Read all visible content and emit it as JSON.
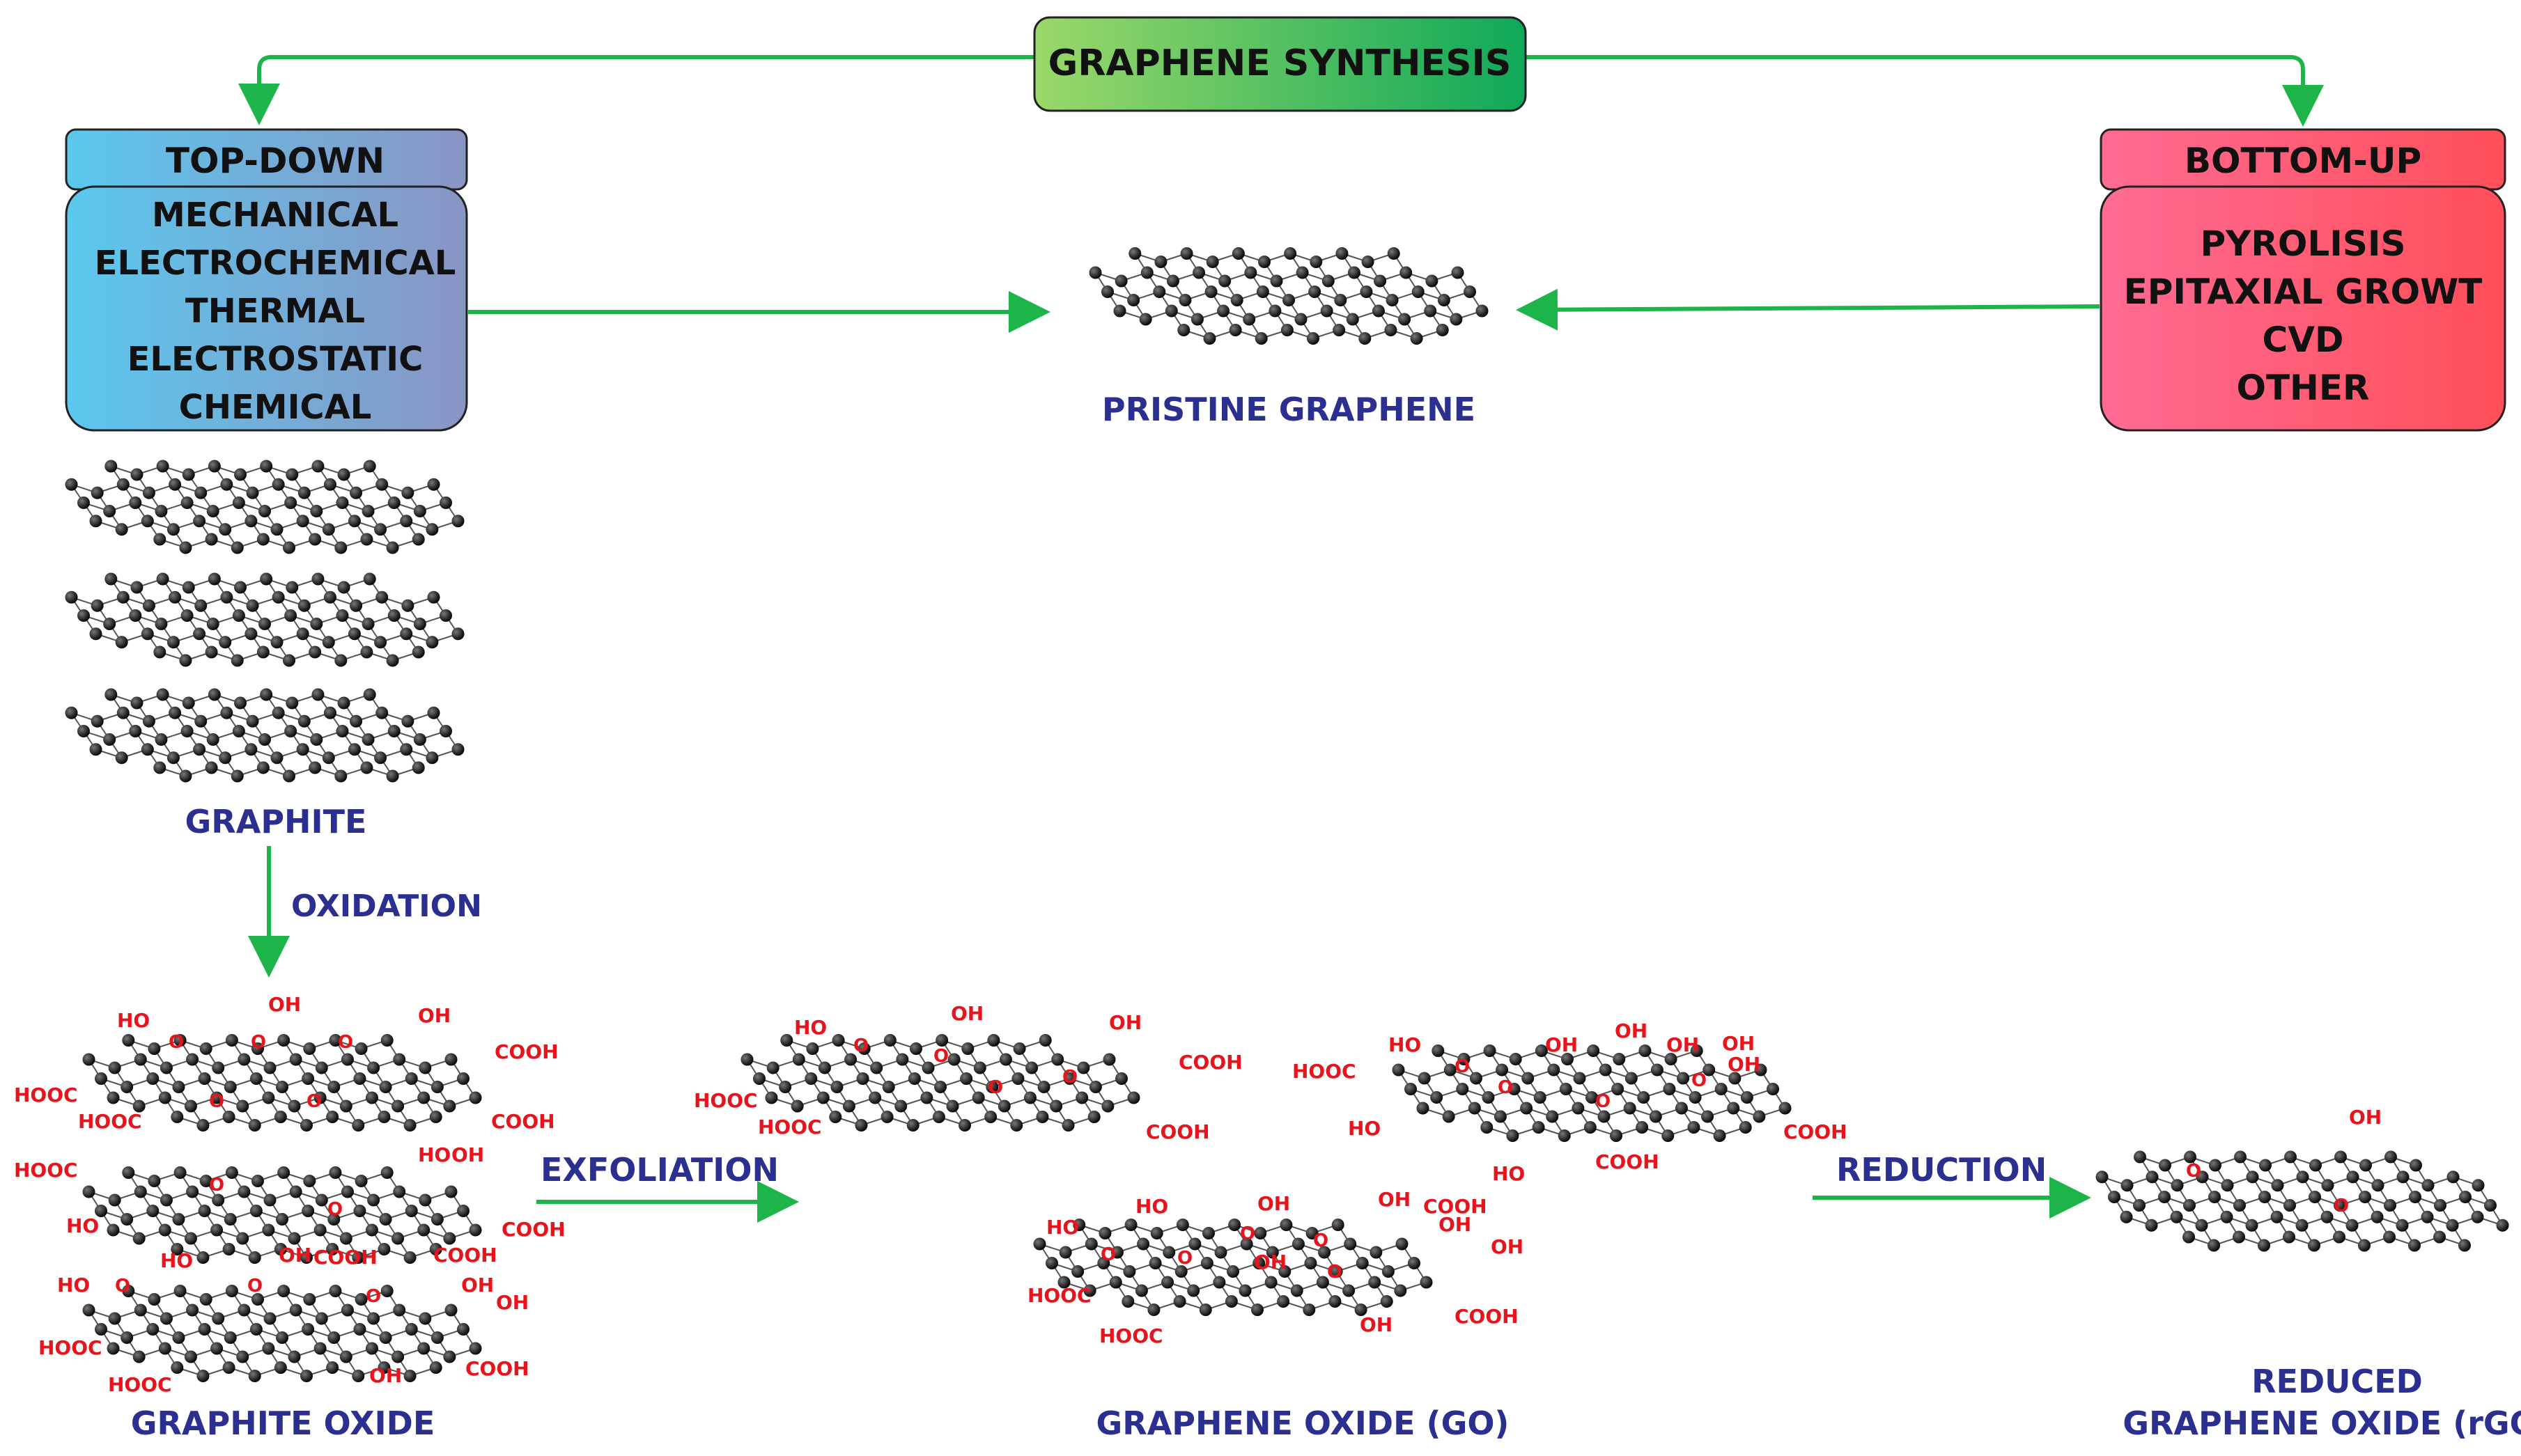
{
  "title": "GRAPHENE SYNTHESIS",
  "top_down": {
    "heading": "TOP-DOWN",
    "methods": [
      "MECHANICAL",
      "ELECTROCHEMICAL",
      "THERMAL",
      "ELECTROSTATIC",
      "CHEMICAL"
    ]
  },
  "bottom_up": {
    "heading": "BOTTOM-UP",
    "methods": [
      "PYROLISIS",
      "EPITAXIAL GROWT",
      "CVD",
      "OTHER"
    ]
  },
  "products": {
    "pristine": "PRISTINE GRAPHENE",
    "graphite": "GRAPHITE",
    "graphite_oxide": "GRAPHITE OXIDE",
    "graphene_oxide": "GRAPHENE OXIDE (GO)",
    "rgo_line1": "REDUCED",
    "rgo_line2": "GRAPHENE OXIDE (rGO)"
  },
  "steps": {
    "oxidation": "OXIDATION",
    "exfoliation": "EXFOLIATION",
    "reduction": "REDUCTION"
  },
  "groups": {
    "oh": "OH",
    "ho": "HO",
    "cooh": "COOH",
    "hooc": "HOOC",
    "o": "O"
  },
  "colors": {
    "arrow": "#1db54a",
    "title_gradient": [
      "#9bd86a",
      "#0fa85a"
    ],
    "top_down_gradient": [
      "#5bc8ee",
      "#8a95c4"
    ],
    "bottom_up_gradient": [
      "#ff6b93",
      "#ff4f5a"
    ],
    "caption": "#2b2f8f",
    "functional_group": "#e8141c",
    "atom": "#111111"
  }
}
